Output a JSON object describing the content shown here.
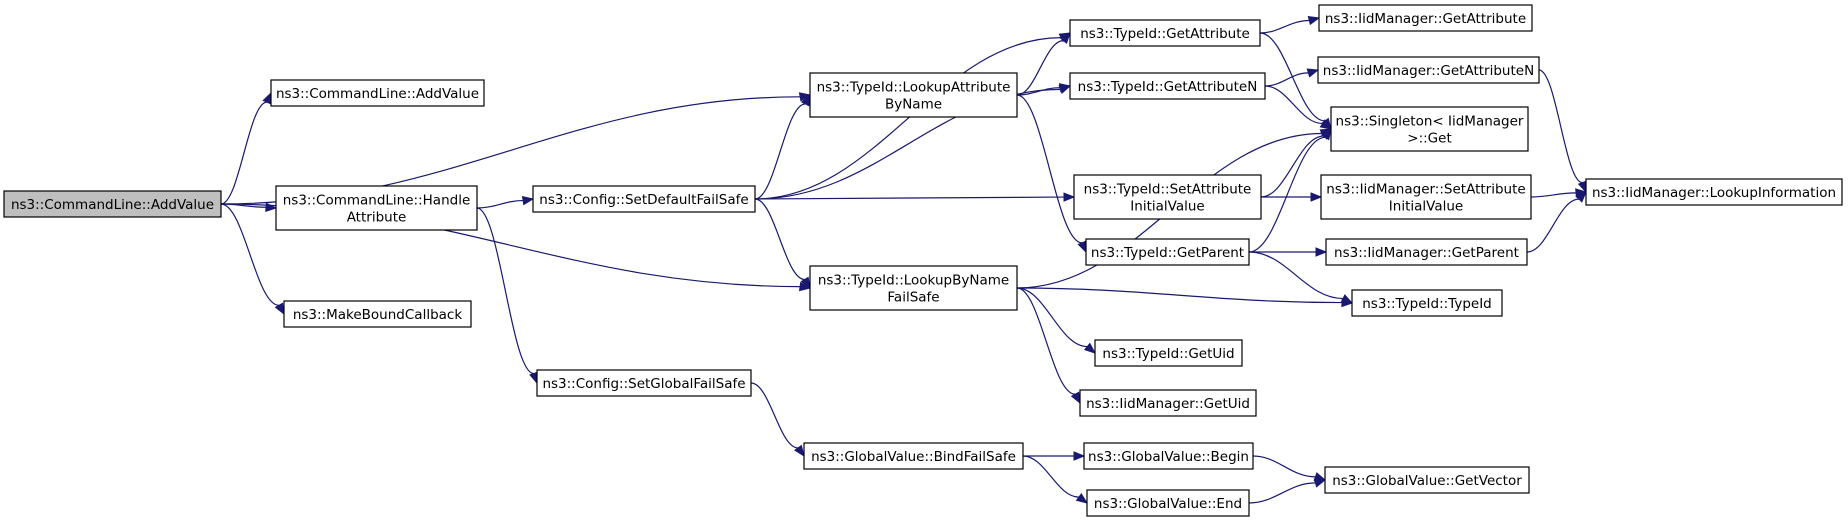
{
  "diagram": {
    "type": "call-graph",
    "nodes": [
      {
        "id": "root",
        "lines": [
          "ns3::CommandLine::AddValue"
        ],
        "highlight": true
      },
      {
        "id": "addvalue2",
        "lines": [
          "ns3::CommandLine::AddValue"
        ]
      },
      {
        "id": "handleattr",
        "lines": [
          "ns3::CommandLine::Handle",
          "Attribute"
        ]
      },
      {
        "id": "makebound",
        "lines": [
          "ns3::MakeBoundCallback"
        ]
      },
      {
        "id": "setdefault",
        "lines": [
          "ns3::Config::SetDefaultFailSafe"
        ]
      },
      {
        "id": "setglobal",
        "lines": [
          "ns3::Config::SetGlobalFailSafe"
        ]
      },
      {
        "id": "lookupattr",
        "lines": [
          "ns3::TypeId::LookupAttribute",
          "ByName"
        ]
      },
      {
        "id": "lookupbyname",
        "lines": [
          "ns3::TypeId::LookupByName",
          "FailSafe"
        ]
      },
      {
        "id": "bindfailsafe",
        "lines": [
          "ns3::GlobalValue::BindFailSafe"
        ]
      },
      {
        "id": "getattribute",
        "lines": [
          "ns3::TypeId::GetAttribute"
        ]
      },
      {
        "id": "getattributen",
        "lines": [
          "ns3::TypeId::GetAttributeN"
        ]
      },
      {
        "id": "setattrinit",
        "lines": [
          "ns3::TypeId::SetAttribute",
          "InitialValue"
        ]
      },
      {
        "id": "getparent",
        "lines": [
          "ns3::TypeId::GetParent"
        ]
      },
      {
        "id": "getuid",
        "lines": [
          "ns3::TypeId::GetUid"
        ]
      },
      {
        "id": "iidgetuid",
        "lines": [
          "ns3::IidManager::GetUid"
        ]
      },
      {
        "id": "gvbegin",
        "lines": [
          "ns3::GlobalValue::Begin"
        ]
      },
      {
        "id": "gvend",
        "lines": [
          "ns3::GlobalValue::End"
        ]
      },
      {
        "id": "iidgetattr",
        "lines": [
          "ns3::IidManager::GetAttribute"
        ]
      },
      {
        "id": "iidgetattrn",
        "lines": [
          "ns3::IidManager::GetAttributeN"
        ]
      },
      {
        "id": "singleton",
        "lines": [
          "ns3::Singleton< IidManager",
          ">::Get"
        ]
      },
      {
        "id": "iidsetattrinit",
        "lines": [
          "ns3::IidManager::SetAttribute",
          "InitialValue"
        ]
      },
      {
        "id": "iidgetparent",
        "lines": [
          "ns3::IidManager::GetParent"
        ]
      },
      {
        "id": "typeidctor",
        "lines": [
          "ns3::TypeId::TypeId"
        ]
      },
      {
        "id": "getvector",
        "lines": [
          "ns3::GlobalValue::GetVector"
        ]
      },
      {
        "id": "lookupinfo",
        "lines": [
          "ns3::IidManager::LookupInformation"
        ]
      }
    ],
    "edges": [
      {
        "from": "root",
        "to": "addvalue2"
      },
      {
        "from": "root",
        "to": "lookupattr"
      },
      {
        "from": "root",
        "to": "handleattr"
      },
      {
        "from": "root",
        "to": "lookupbyname"
      },
      {
        "from": "root",
        "to": "makebound"
      },
      {
        "from": "handleattr",
        "to": "setdefault"
      },
      {
        "from": "handleattr",
        "to": "setglobal"
      },
      {
        "from": "setdefault",
        "to": "getattribute"
      },
      {
        "from": "setdefault",
        "to": "lookupattr"
      },
      {
        "from": "setdefault",
        "to": "getattributen"
      },
      {
        "from": "setdefault",
        "to": "setattrinit"
      },
      {
        "from": "setdefault",
        "to": "lookupbyname"
      },
      {
        "from": "setglobal",
        "to": "bindfailsafe"
      },
      {
        "from": "lookupattr",
        "to": "getattribute"
      },
      {
        "from": "lookupattr",
        "to": "getattributen"
      },
      {
        "from": "lookupattr",
        "to": "getparent"
      },
      {
        "from": "lookupbyname",
        "to": "singleton"
      },
      {
        "from": "lookupbyname",
        "to": "typeidctor"
      },
      {
        "from": "lookupbyname",
        "to": "getuid"
      },
      {
        "from": "lookupbyname",
        "to": "iidgetuid"
      },
      {
        "from": "bindfailsafe",
        "to": "gvbegin"
      },
      {
        "from": "bindfailsafe",
        "to": "gvend"
      },
      {
        "from": "getattribute",
        "to": "iidgetattr"
      },
      {
        "from": "getattribute",
        "to": "singleton"
      },
      {
        "from": "getattributen",
        "to": "iidgetattrn"
      },
      {
        "from": "getattributen",
        "to": "singleton"
      },
      {
        "from": "setattrinit",
        "to": "singleton"
      },
      {
        "from": "setattrinit",
        "to": "iidsetattrinit"
      },
      {
        "from": "getparent",
        "to": "singleton"
      },
      {
        "from": "getparent",
        "to": "iidgetparent"
      },
      {
        "from": "getparent",
        "to": "typeidctor"
      },
      {
        "from": "gvbegin",
        "to": "getvector"
      },
      {
        "from": "gvend",
        "to": "getvector"
      },
      {
        "from": "iidgetattrn",
        "to": "lookupinfo"
      },
      {
        "from": "iidsetattrinit",
        "to": "lookupinfo"
      },
      {
        "from": "iidgetparent",
        "to": "lookupinfo"
      }
    ]
  }
}
